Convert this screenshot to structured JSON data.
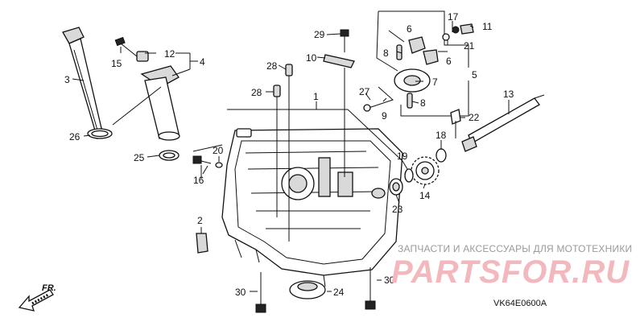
{
  "parts": {
    "1": "1",
    "2": "2",
    "3": "3",
    "4": "4",
    "5": "5",
    "6": "6",
    "7": "7",
    "8": "8",
    "9": "9",
    "10": "10",
    "11": "11",
    "12": "12",
    "13": "13",
    "14": "14",
    "15": "15",
    "16": "16",
    "17": "17",
    "18": "18",
    "19": "19",
    "20": "20",
    "21": "21",
    "22": "22",
    "23": "23",
    "24": "24",
    "25": "25",
    "26": "26",
    "27": "27",
    "28": "28",
    "29": "29",
    "30": "30"
  },
  "watermark": {
    "tagline": "ЗАПЧАСТИ И АКСЕССУАРЫ ДЛЯ МОТОТЕХНИКИ",
    "brand": "PARTSFOR.RU"
  },
  "diagram_code": "VK64E0600A",
  "direction_label": "FR."
}
